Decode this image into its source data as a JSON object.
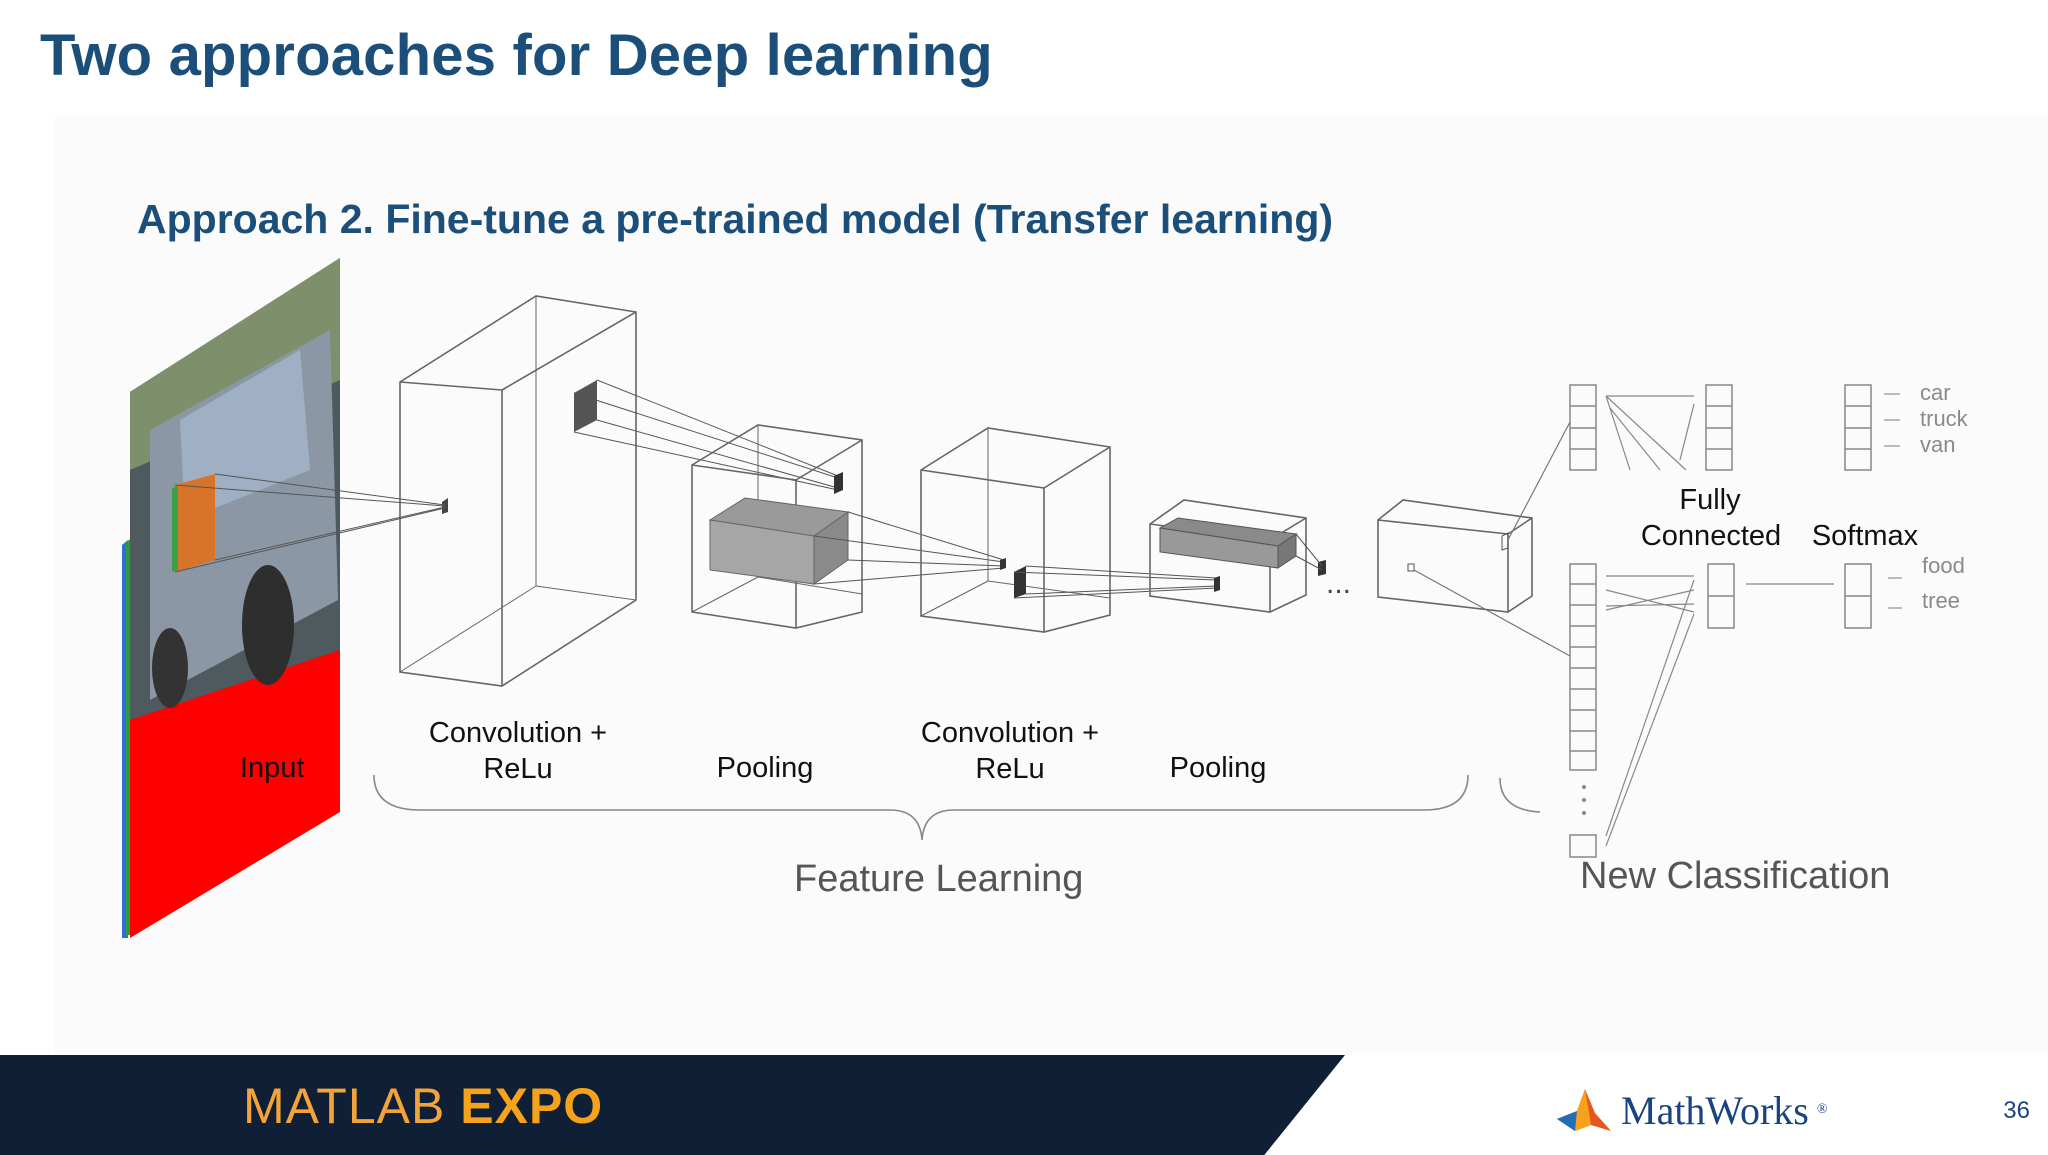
{
  "slide": {
    "title": "Two approaches for Deep learning",
    "subtitle": "Approach 2. Fine-tune a pre-trained model (Transfer learning)",
    "page_number": "36"
  },
  "diagram": {
    "input_label": "Input",
    "layers": [
      {
        "line1": "Convolution +",
        "line2": "ReLu"
      },
      {
        "line1": "Pooling"
      },
      {
        "line1": "Convolution +",
        "line2": "ReLu"
      },
      {
        "line1": "Pooling"
      }
    ],
    "ellipsis": "...",
    "feature_learning_label": "Feature Learning",
    "new_classification_label": "New Classification",
    "fully_connected_label_1": "Fully",
    "fully_connected_label_2": "Connected",
    "softmax_label": "Softmax",
    "old_classes": [
      "car",
      "truck",
      "van"
    ],
    "new_classes": [
      "food",
      "tree"
    ]
  },
  "footer": {
    "event_logo_part1": "MATLAB",
    "event_logo_part2": "EXPO",
    "company_logo": "MathWorks",
    "registered_mark": "®"
  }
}
